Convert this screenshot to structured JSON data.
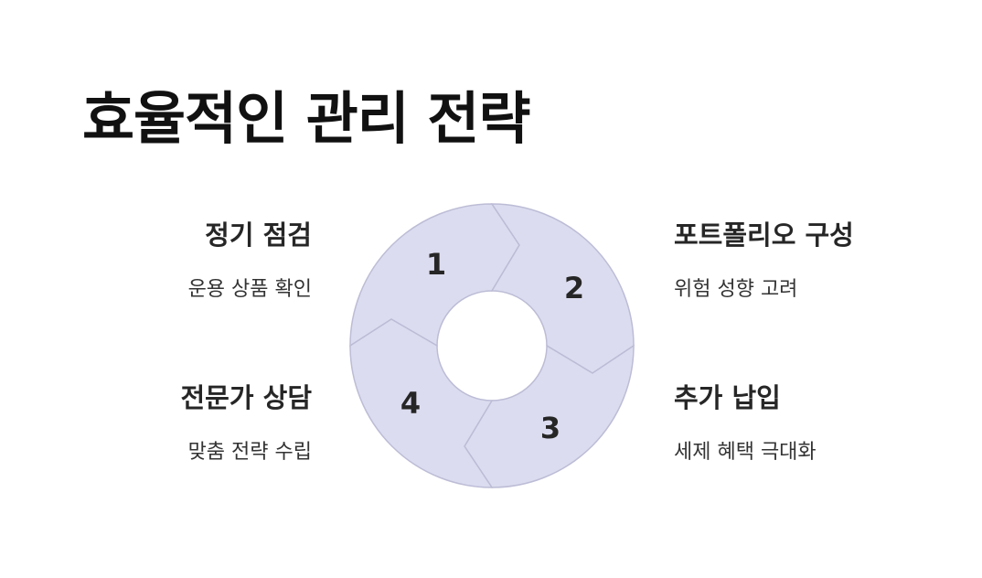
{
  "page": {
    "title": "효율적인 관리 전략"
  },
  "steps": [
    {
      "number": "1",
      "title": "정기 점검",
      "description": "운용 상품 확인"
    },
    {
      "number": "2",
      "title": "포트폴리오 구성",
      "description": "위험 성향 고려"
    },
    {
      "number": "3",
      "title": "추가 납입",
      "description": "세제 혜택 극대화"
    },
    {
      "number": "4",
      "title": "전문가 상담",
      "description": "맞춤 전략 수립"
    }
  ],
  "colors": {
    "segment_fill": "#dcdcf0",
    "segment_stroke": "#bcbcd6",
    "title_text": "#111111",
    "body_text": "#333333"
  }
}
